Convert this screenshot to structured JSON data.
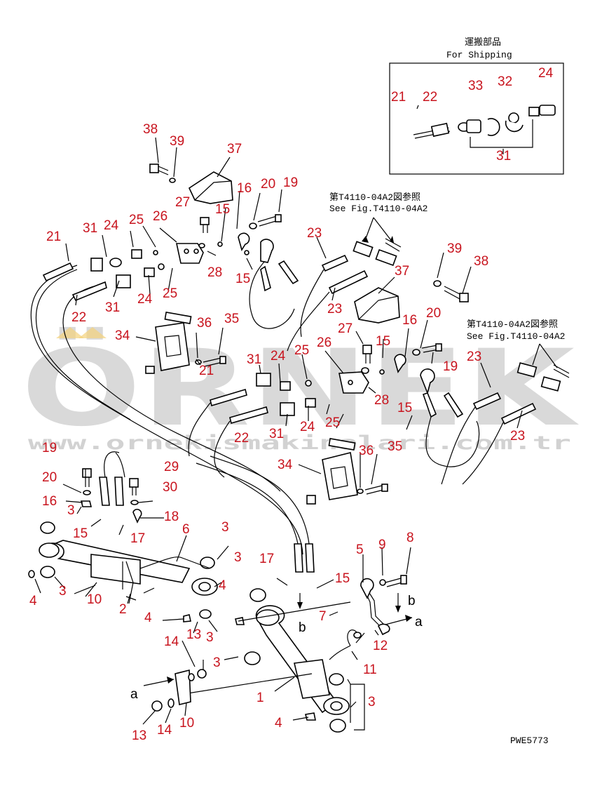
{
  "shipping_box": {
    "title_ja": "運搬部品",
    "title_en": "For Shipping"
  },
  "references": [
    {
      "ja": "第T4110-04A2図参照",
      "en": "See Fig.T4110-04A2"
    },
    {
      "ja": "第T4110-04A2図参照",
      "en": "See Fig.T4110-04A2"
    }
  ],
  "watermark": {
    "brand": "ÖRNEK",
    "url": "www.ornekismakinalari.com.tr"
  },
  "drawing_code": "PWE5773",
  "arrow_labels": [
    "a",
    "b",
    "a",
    "b"
  ],
  "part_numbers": [
    "21",
    "22",
    "33",
    "32",
    "24",
    "31",
    "38",
    "39",
    "37",
    "27",
    "16",
    "20",
    "19",
    "15",
    "23",
    "21",
    "31",
    "24",
    "25",
    "26",
    "28",
    "15",
    "25",
    "24",
    "31",
    "22",
    "39",
    "38",
    "37",
    "23",
    "27",
    "16",
    "20",
    "15",
    "19",
    "34",
    "36",
    "35",
    "21",
    "31",
    "24",
    "25",
    "26",
    "28",
    "15",
    "23",
    "22",
    "31",
    "24",
    "25",
    "23",
    "34",
    "36",
    "35",
    "19",
    "29",
    "20",
    "30",
    "16",
    "3",
    "15",
    "17",
    "18",
    "6",
    "3",
    "3",
    "17",
    "15",
    "5",
    "9",
    "8",
    "4",
    "3",
    "10",
    "2",
    "4",
    "4",
    "13",
    "3",
    "7",
    "12",
    "14",
    "3",
    "11",
    "1",
    "3",
    "10",
    "13",
    "14",
    "4"
  ],
  "colors": {
    "labels": "#c8141e",
    "lines": "#000000",
    "watermark": "#d9d9d9"
  }
}
